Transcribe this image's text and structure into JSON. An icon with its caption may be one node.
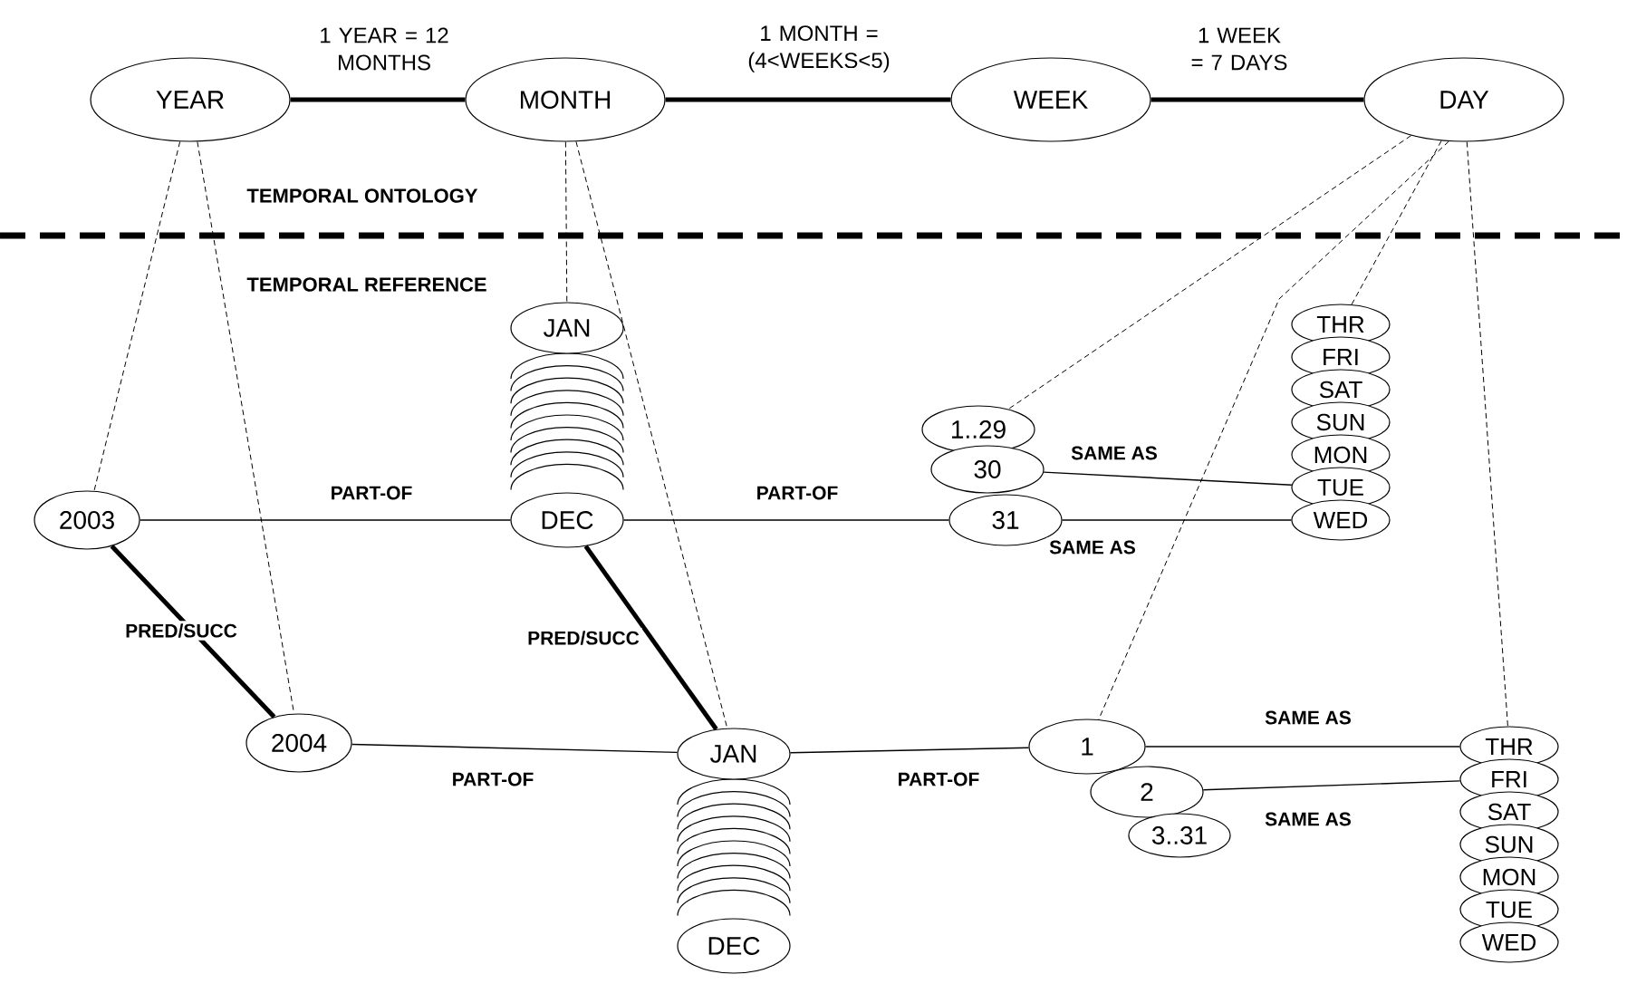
{
  "diagram": {
    "nodes": [
      {
        "text": [
          "YEAR"
        ]
      },
      {
        "text": [
          "MONTH"
        ]
      },
      {
        "text": [
          "WEEK"
        ]
      },
      {
        "text": [
          "DAY"
        ]
      },
      {
        "text": [
          "2003"
        ]
      },
      {
        "text": [
          "JAN"
        ]
      },
      {
        "text": [],
        "shape": "ellipse"
      },
      {
        "text": [],
        "shape": "ellipse"
      },
      {
        "text": [],
        "shape": "ellipse"
      },
      {
        "text": [],
        "shape": "ellipse"
      },
      {
        "text": [],
        "shape": "ellipse"
      },
      {
        "text": [],
        "shape": "ellipse"
      },
      {
        "text": [],
        "shape": "ellipse"
      },
      {
        "text": [],
        "shape": "ellipse"
      },
      {
        "text": [],
        "shape": "ellipse"
      },
      {
        "text": [],
        "shape": "ellipse"
      },
      {
        "text": [
          "DEC"
        ]
      },
      {
        "text": [
          "1..29"
        ]
      },
      {
        "text": [
          "30"
        ]
      },
      {
        "text": [
          "31"
        ]
      },
      {
        "text": [
          "THR"
        ]
      },
      {
        "text": [
          "FRI"
        ]
      },
      {
        "text": [
          "SAT"
        ]
      },
      {
        "text": [
          "SUN"
        ]
      },
      {
        "text": [
          "MON"
        ]
      },
      {
        "text": [
          "TUE"
        ]
      },
      {
        "text": [
          "WED"
        ]
      },
      {
        "text": [
          "2004"
        ]
      },
      {
        "text": [
          "JAN"
        ]
      },
      {
        "text": [],
        "shape": "ellipse"
      },
      {
        "text": [],
        "shape": "ellipse"
      },
      {
        "text": [],
        "shape": "ellipse"
      },
      {
        "text": [],
        "shape": "ellipse"
      },
      {
        "text": [],
        "shape": "ellipse"
      },
      {
        "text": [],
        "shape": "ellipse"
      },
      {
        "text": [],
        "shape": "ellipse"
      },
      {
        "text": [],
        "shape": "ellipse"
      },
      {
        "text": [],
        "shape": "ellipse"
      },
      {
        "text": [],
        "shape": "ellipse"
      },
      {
        "text": [
          "DEC"
        ]
      },
      {
        "text": [
          "1"
        ]
      },
      {
        "text": [
          "2"
        ]
      },
      {
        "text": [
          "3..31"
        ]
      },
      {
        "text": [
          "THR"
        ]
      },
      {
        "text": [
          "FRI"
        ]
      },
      {
        "text": [
          "SAT"
        ]
      },
      {
        "text": [
          "SUN"
        ]
      },
      {
        "text": [
          "MON"
        ]
      },
      {
        "text": [
          "TUE"
        ]
      },
      {
        "text": [
          "WED"
        ]
      }
    ],
    "edges": [
      {
        "from": 0,
        "to": 1,
        "arrow": "none",
        "style": "thick",
        "label": "1 YEAR = 12 MONTHS"
      },
      {
        "from": 1,
        "to": 2,
        "arrow": "none",
        "style": "thick",
        "label": "1 MONTH = (4<WEEKS<5)"
      },
      {
        "from": 2,
        "to": 3,
        "arrow": "none",
        "style": "thick",
        "label": "1 WEEK = 7 DAYS"
      },
      {
        "from": 0,
        "to": 4,
        "arrow": "none",
        "style": "dashed"
      },
      {
        "from": 0,
        "to": 27,
        "arrow": "none",
        "style": "dashed"
      },
      {
        "from": 1,
        "to": 5,
        "arrow": "none",
        "style": "dashed"
      },
      {
        "from": 1,
        "to": 28,
        "arrow": "none",
        "style": "dashed"
      },
      {
        "from": 3,
        "to": 17,
        "arrow": "none",
        "style": "dashed"
      },
      {
        "from": 3,
        "to": 20,
        "arrow": "none",
        "style": "dashed"
      },
      {
        "from": 3,
        "to": 40,
        "arrow": "none",
        "style": "dashed"
      },
      {
        "from": 3,
        "to": 43,
        "arrow": "none",
        "style": "dashed"
      },
      {
        "from": 4,
        "to": 16,
        "arrow": "none",
        "label": "PART-OF"
      },
      {
        "from": 16,
        "to": 19,
        "arrow": "none",
        "label": "PART-OF"
      },
      {
        "from": 18,
        "to": 25,
        "arrow": "none",
        "label": "SAME AS"
      },
      {
        "from": 19,
        "to": 26,
        "arrow": "none",
        "label": "SAME AS"
      },
      {
        "from": 4,
        "to": 27,
        "arrow": "none",
        "style": "thick",
        "label": "PRED/SUCC"
      },
      {
        "from": 16,
        "to": 28,
        "arrow": "none",
        "style": "thick",
        "label": "PRED/SUCC"
      },
      {
        "from": 27,
        "to": 28,
        "arrow": "none",
        "label": "PART-OF"
      },
      {
        "from": 28,
        "to": 40,
        "arrow": "none",
        "label": "PART-OF"
      },
      {
        "from": 40,
        "to": 43,
        "arrow": "none",
        "label": "SAME AS"
      },
      {
        "from": 41,
        "to": 44,
        "arrow": "none",
        "label": "SAME AS"
      }
    ],
    "labels": [
      "TEMPORAL ONTOLOGY",
      "TEMPORAL REFERENCE"
    ]
  }
}
